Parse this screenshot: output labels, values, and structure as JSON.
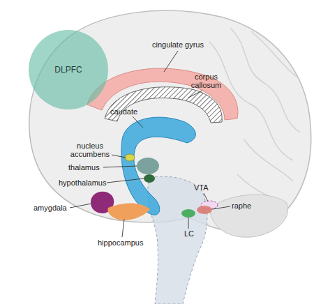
{
  "diagram": {
    "nodes": [
      {
        "text": [
          "DLPFC"
        ]
      }
    ],
    "labels": [
      "cingulate gyrus",
      "corpus callosum",
      "caudate",
      "nucleus accumbens",
      "thalamus",
      "hypothalamus",
      "amygdala",
      "hippocampus",
      "VTA",
      "raphe",
      "LC"
    ]
  }
}
